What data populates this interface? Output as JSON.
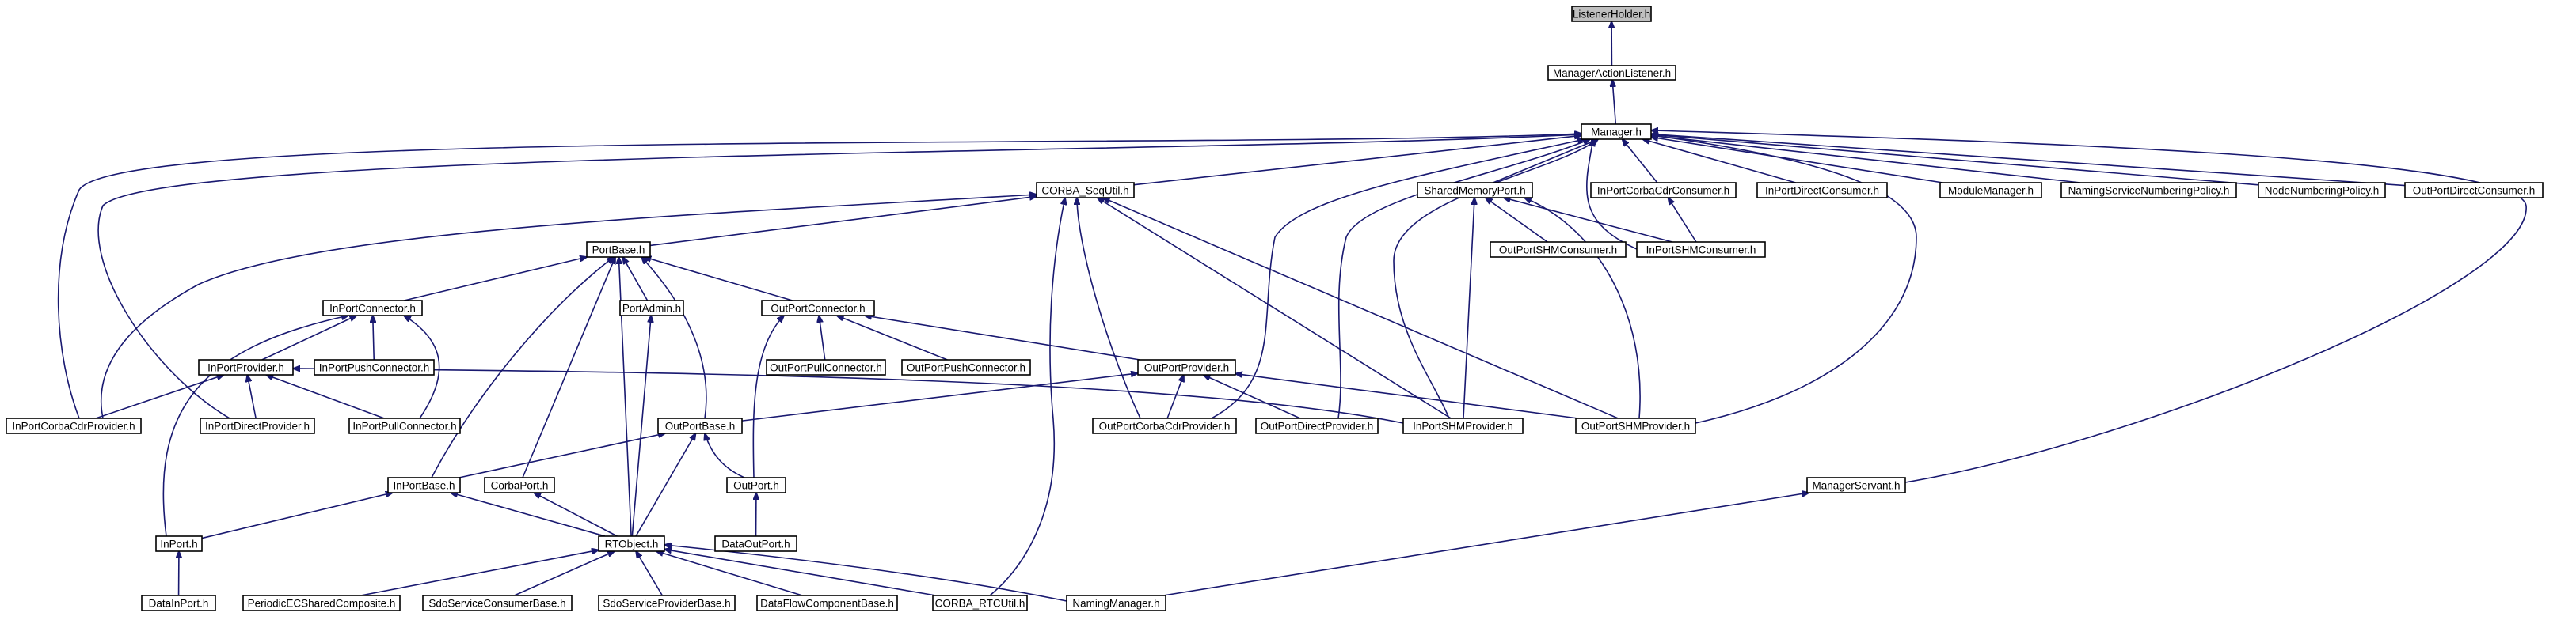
{
  "diagram": {
    "type": "include-dependency-graph",
    "edge_color": "#191970",
    "node_fill": "#ffffff",
    "root_fill": "#bfbfbf",
    "nodes": [
      {
        "id": "ListenerHolder",
        "label": "ListenerHolder.h",
        "root": true
      },
      {
        "id": "ManagerActionListener",
        "label": "ManagerActionListener.h"
      },
      {
        "id": "Manager",
        "label": "Manager.h"
      },
      {
        "id": "CORBA_SeqUtil",
        "label": "CORBA_SeqUtil.h"
      },
      {
        "id": "SharedMemoryPort",
        "label": "SharedMemoryPort.h"
      },
      {
        "id": "InPortCorbaCdrConsumer",
        "label": "InPortCorbaCdrConsumer.h"
      },
      {
        "id": "InPortDirectConsumer",
        "label": "InPortDirectConsumer.h"
      },
      {
        "id": "ModuleManager",
        "label": "ModuleManager.h"
      },
      {
        "id": "NamingServiceNumberingPolicy",
        "label": "NamingServiceNumberingPolicy.h"
      },
      {
        "id": "NodeNumberingPolicy",
        "label": "NodeNumberingPolicy.h"
      },
      {
        "id": "OutPortDirectConsumer",
        "label": "OutPortDirectConsumer.h"
      },
      {
        "id": "PortBase",
        "label": "PortBase.h"
      },
      {
        "id": "OutPortSHMConsumer",
        "label": "OutPortSHMConsumer.h"
      },
      {
        "id": "InPortSHMConsumer",
        "label": "InPortSHMConsumer.h"
      },
      {
        "id": "InPortConnector",
        "label": "InPortConnector.h"
      },
      {
        "id": "PortAdmin",
        "label": "PortAdmin.h"
      },
      {
        "id": "OutPortConnector",
        "label": "OutPortConnector.h"
      },
      {
        "id": "InPortProvider",
        "label": "InPortProvider.h"
      },
      {
        "id": "InPortPushConnector",
        "label": "InPortPushConnector.h"
      },
      {
        "id": "OutPortPullConnector",
        "label": "OutPortPullConnector.h"
      },
      {
        "id": "OutPortPushConnector",
        "label": "OutPortPushConnector.h"
      },
      {
        "id": "OutPortProvider",
        "label": "OutPortProvider.h"
      },
      {
        "id": "InPortCorbaCdrProvider",
        "label": "InPortCorbaCdrProvider.h"
      },
      {
        "id": "InPortDirectProvider",
        "label": "InPortDirectProvider.h"
      },
      {
        "id": "InPortPullConnector",
        "label": "InPortPullConnector.h"
      },
      {
        "id": "OutPortBase",
        "label": "OutPortBase.h"
      },
      {
        "id": "OutPortCorbaCdrProvider",
        "label": "OutPortCorbaCdrProvider.h"
      },
      {
        "id": "OutPortDirectProvider",
        "label": "OutPortDirectProvider.h"
      },
      {
        "id": "InPortSHMProvider",
        "label": "InPortSHMProvider.h"
      },
      {
        "id": "OutPortSHMProvider",
        "label": "OutPortSHMProvider.h"
      },
      {
        "id": "InPortBase",
        "label": "InPortBase.h"
      },
      {
        "id": "CorbaPort",
        "label": "CorbaPort.h"
      },
      {
        "id": "OutPort",
        "label": "OutPort.h"
      },
      {
        "id": "ManagerServant",
        "label": "ManagerServant.h"
      },
      {
        "id": "InPort",
        "label": "InPort.h"
      },
      {
        "id": "RTObject",
        "label": "RTObject.h"
      },
      {
        "id": "DataOutPort",
        "label": "DataOutPort.h"
      },
      {
        "id": "DataInPort",
        "label": "DataInPort.h"
      },
      {
        "id": "PeriodicECSharedComposite",
        "label": "PeriodicECSharedComposite.h"
      },
      {
        "id": "SdoServiceConsumerBase",
        "label": "SdoServiceConsumerBase.h"
      },
      {
        "id": "SdoServiceProviderBase",
        "label": "SdoServiceProviderBase.h"
      },
      {
        "id": "DataFlowComponentBase",
        "label": "DataFlowComponentBase.h"
      },
      {
        "id": "CORBA_RTCUtil",
        "label": "CORBA_RTCUtil.h"
      },
      {
        "id": "NamingManager",
        "label": "NamingManager.h"
      }
    ],
    "edges": [
      [
        "ListenerHolder",
        "ManagerActionListener"
      ],
      [
        "ManagerActionListener",
        "Manager"
      ],
      [
        "Manager",
        "CORBA_SeqUtil"
      ],
      [
        "Manager",
        "SharedMemoryPort"
      ],
      [
        "Manager",
        "InPortCorbaCdrConsumer"
      ],
      [
        "Manager",
        "InPortDirectConsumer"
      ],
      [
        "Manager",
        "ModuleManager"
      ],
      [
        "Manager",
        "NamingServiceNumberingPolicy"
      ],
      [
        "Manager",
        "NodeNumberingPolicy"
      ],
      [
        "Manager",
        "OutPortDirectConsumer"
      ],
      [
        "Manager",
        "InPortSHMConsumer"
      ],
      [
        "Manager",
        "InPortCorbaCdrProvider"
      ],
      [
        "Manager",
        "InPortDirectProvider"
      ],
      [
        "Manager",
        "OutPortCorbaCdrProvider"
      ],
      [
        "Manager",
        "OutPortDirectProvider"
      ],
      [
        "Manager",
        "InPortSHMProvider"
      ],
      [
        "Manager",
        "OutPortSHMProvider"
      ],
      [
        "Manager",
        "ManagerServant"
      ],
      [
        "CORBA_SeqUtil",
        "PortBase"
      ],
      [
        "CORBA_SeqUtil",
        "InPortCorbaCdrProvider"
      ],
      [
        "CORBA_SeqUtil",
        "OutPortCorbaCdrProvider"
      ],
      [
        "CORBA_SeqUtil",
        "InPortSHMProvider"
      ],
      [
        "CORBA_SeqUtil",
        "OutPortSHMProvider"
      ],
      [
        "CORBA_SeqUtil",
        "CORBA_RTCUtil"
      ],
      [
        "SharedMemoryPort",
        "OutPortSHMConsumer"
      ],
      [
        "SharedMemoryPort",
        "InPortSHMConsumer"
      ],
      [
        "SharedMemoryPort",
        "InPortSHMProvider"
      ],
      [
        "SharedMemoryPort",
        "OutPortSHMProvider"
      ],
      [
        "InPortCorbaCdrConsumer",
        "InPortSHMConsumer"
      ],
      [
        "PortBase",
        "InPortConnector"
      ],
      [
        "PortBase",
        "PortAdmin"
      ],
      [
        "PortBase",
        "OutPortConnector"
      ],
      [
        "PortBase",
        "OutPortBase"
      ],
      [
        "PortBase",
        "InPortBase"
      ],
      [
        "PortBase",
        "CorbaPort"
      ],
      [
        "PortBase",
        "RTObject"
      ],
      [
        "InPortConnector",
        "InPortProvider"
      ],
      [
        "InPortConnector",
        "InPortPushConnector"
      ],
      [
        "InPortConnector",
        "InPortPullConnector"
      ],
      [
        "InPortConnector",
        "InPort"
      ],
      [
        "PortAdmin",
        "RTObject"
      ],
      [
        "OutPortConnector",
        "OutPortPullConnector"
      ],
      [
        "OutPortConnector",
        "OutPortPushConnector"
      ],
      [
        "OutPortConnector",
        "OutPortProvider"
      ],
      [
        "OutPortConnector",
        "OutPort"
      ],
      [
        "InPortProvider",
        "InPortCorbaCdrProvider"
      ],
      [
        "InPortProvider",
        "InPortDirectProvider"
      ],
      [
        "InPortProvider",
        "InPortPullConnector"
      ],
      [
        "InPortProvider",
        "InPortSHMProvider"
      ],
      [
        "OutPortProvider",
        "OutPortBase"
      ],
      [
        "OutPortProvider",
        "OutPortCorbaCdrProvider"
      ],
      [
        "OutPortProvider",
        "OutPortDirectProvider"
      ],
      [
        "OutPortProvider",
        "OutPortSHMProvider"
      ],
      [
        "OutPortBase",
        "InPortBase"
      ],
      [
        "OutPortBase",
        "OutPort"
      ],
      [
        "OutPortBase",
        "RTObject"
      ],
      [
        "InPortBase",
        "InPort"
      ],
      [
        "InPortBase",
        "RTObject"
      ],
      [
        "CorbaPort",
        "RTObject"
      ],
      [
        "OutPort",
        "DataOutPort"
      ],
      [
        "InPort",
        "DataInPort"
      ],
      [
        "ManagerServant",
        "NamingManager"
      ],
      [
        "RTObject",
        "PeriodicECSharedComposite"
      ],
      [
        "RTObject",
        "SdoServiceConsumerBase"
      ],
      [
        "RTObject",
        "SdoServiceProviderBase"
      ],
      [
        "RTObject",
        "DataFlowComponentBase"
      ],
      [
        "RTObject",
        "CORBA_RTCUtil"
      ],
      [
        "RTObject",
        "NamingManager"
      ]
    ]
  }
}
